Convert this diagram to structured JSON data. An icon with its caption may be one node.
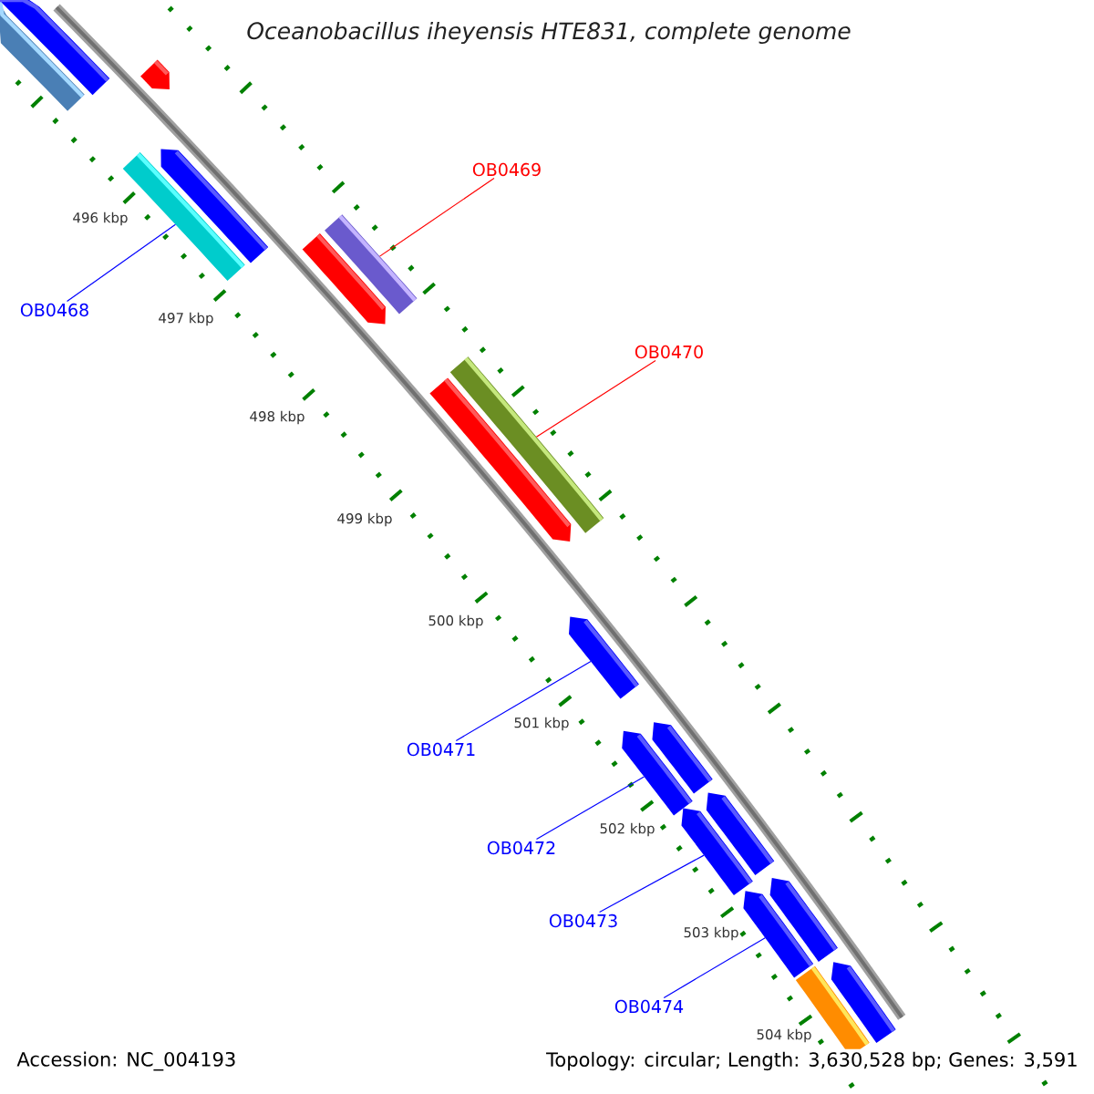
{
  "diagram": {
    "title": "Oceanobacillus iheyensis HTE831, complete genome",
    "nodes": [
      {
        "text": [
          "OB0468"
        ]
      },
      {
        "text": [],
        "shape": "bar"
      },
      {
        "text": [
          "OB0469"
        ]
      },
      {
        "text": [],
        "shape": "bar"
      },
      {
        "text": [
          "OB0470"
        ]
      },
      {
        "text": [],
        "shape": "bar"
      },
      {
        "text": [
          "OB0471"
        ]
      },
      {
        "text": [],
        "shape": "bar"
      },
      {
        "text": [
          "OB0472"
        ]
      },
      {
        "text": [],
        "shape": "bar"
      },
      {
        "text": [
          "OB0473"
        ]
      },
      {
        "text": [],
        "shape": "bar"
      },
      {
        "text": [
          "OB0474"
        ]
      },
      {
        "text": [],
        "shape": "bar"
      },
      {
        "text": [],
        "shape": "bar"
      },
      {
        "text": [],
        "shape": "bar"
      },
      {
        "text": [],
        "shape": "bar"
      },
      {
        "text": [],
        "shape": "bar"
      },
      {
        "text": [],
        "shape": "bar"
      },
      {
        "text": [],
        "shape": "bar"
      },
      {
        "text": [],
        "shape": "bar"
      },
      {
        "text": [],
        "shape": "bar"
      },
      {
        "text": [],
        "shape": "bar"
      },
      {
        "text": [],
        "shape": "bar"
      },
      {
        "text": [],
        "shape": "bar"
      }
    ],
    "edges": [
      {
        "from": 0,
        "to": 1,
        "arrow": "none"
      },
      {
        "from": 2,
        "to": 3,
        "arrow": "none",
        "color": "#ff0000"
      },
      {
        "from": 4,
        "to": 5,
        "arrow": "none",
        "color": "#ff0000"
      },
      {
        "from": 6,
        "to": 7,
        "arrow": "none"
      },
      {
        "from": 8,
        "to": 9,
        "arrow": "none"
      },
      {
        "from": 10,
        "to": 11,
        "arrow": "none"
      },
      {
        "from": 12,
        "to": 13,
        "arrow": "none"
      }
    ],
    "labels": [
      "496 kbp",
      "497 kbp",
      "498 kbp",
      "499 kbp",
      "500 kbp",
      "501 kbp",
      "502 kbp",
      "503 kbp",
      "504 kbp",
      "Accession: NC_004193",
      "Topology: circular; Length: 3,630,528 bp; Genes: 3,591"
    ]
  }
}
